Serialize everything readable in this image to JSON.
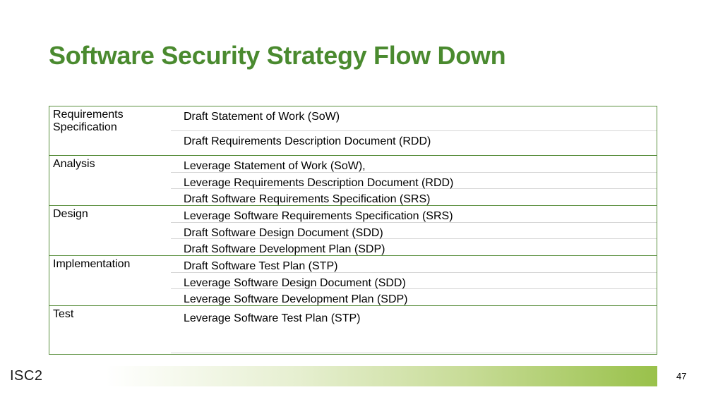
{
  "slide": {
    "title": "Software Security Strategy Flow Down",
    "page_number": "47",
    "logo_text": "ISC2"
  },
  "phases": [
    {
      "label": "Requirements Specification",
      "items": [
        "Draft Statement of Work (SoW)",
        "Draft Requirements Description Document (RDD)"
      ]
    },
    {
      "label": "Analysis",
      "items": [
        "Leverage Statement of Work (SoW),",
        "Leverage Requirements Description Document (RDD)",
        "Draft Software Requirements Specification (SRS)"
      ]
    },
    {
      "label": "Design",
      "items": [
        "Leverage Software Requirements Specification (SRS)",
        "Draft Software Design Document (SDD)",
        "Draft Software Development Plan (SDP)"
      ]
    },
    {
      "label": "Implementation",
      "items": [
        "Draft Software Test Plan (STP)",
        "Leverage Software Design Document (SDD)",
        "Leverage Software Development Plan (SDP)"
      ]
    },
    {
      "label": "Test",
      "items": [
        "Leverage Software Test Plan (STP)"
      ]
    }
  ],
  "colors": {
    "title": "#4a8a2f",
    "table_border": "#5a8f3e",
    "footer_bar_end": "#99c14a"
  }
}
